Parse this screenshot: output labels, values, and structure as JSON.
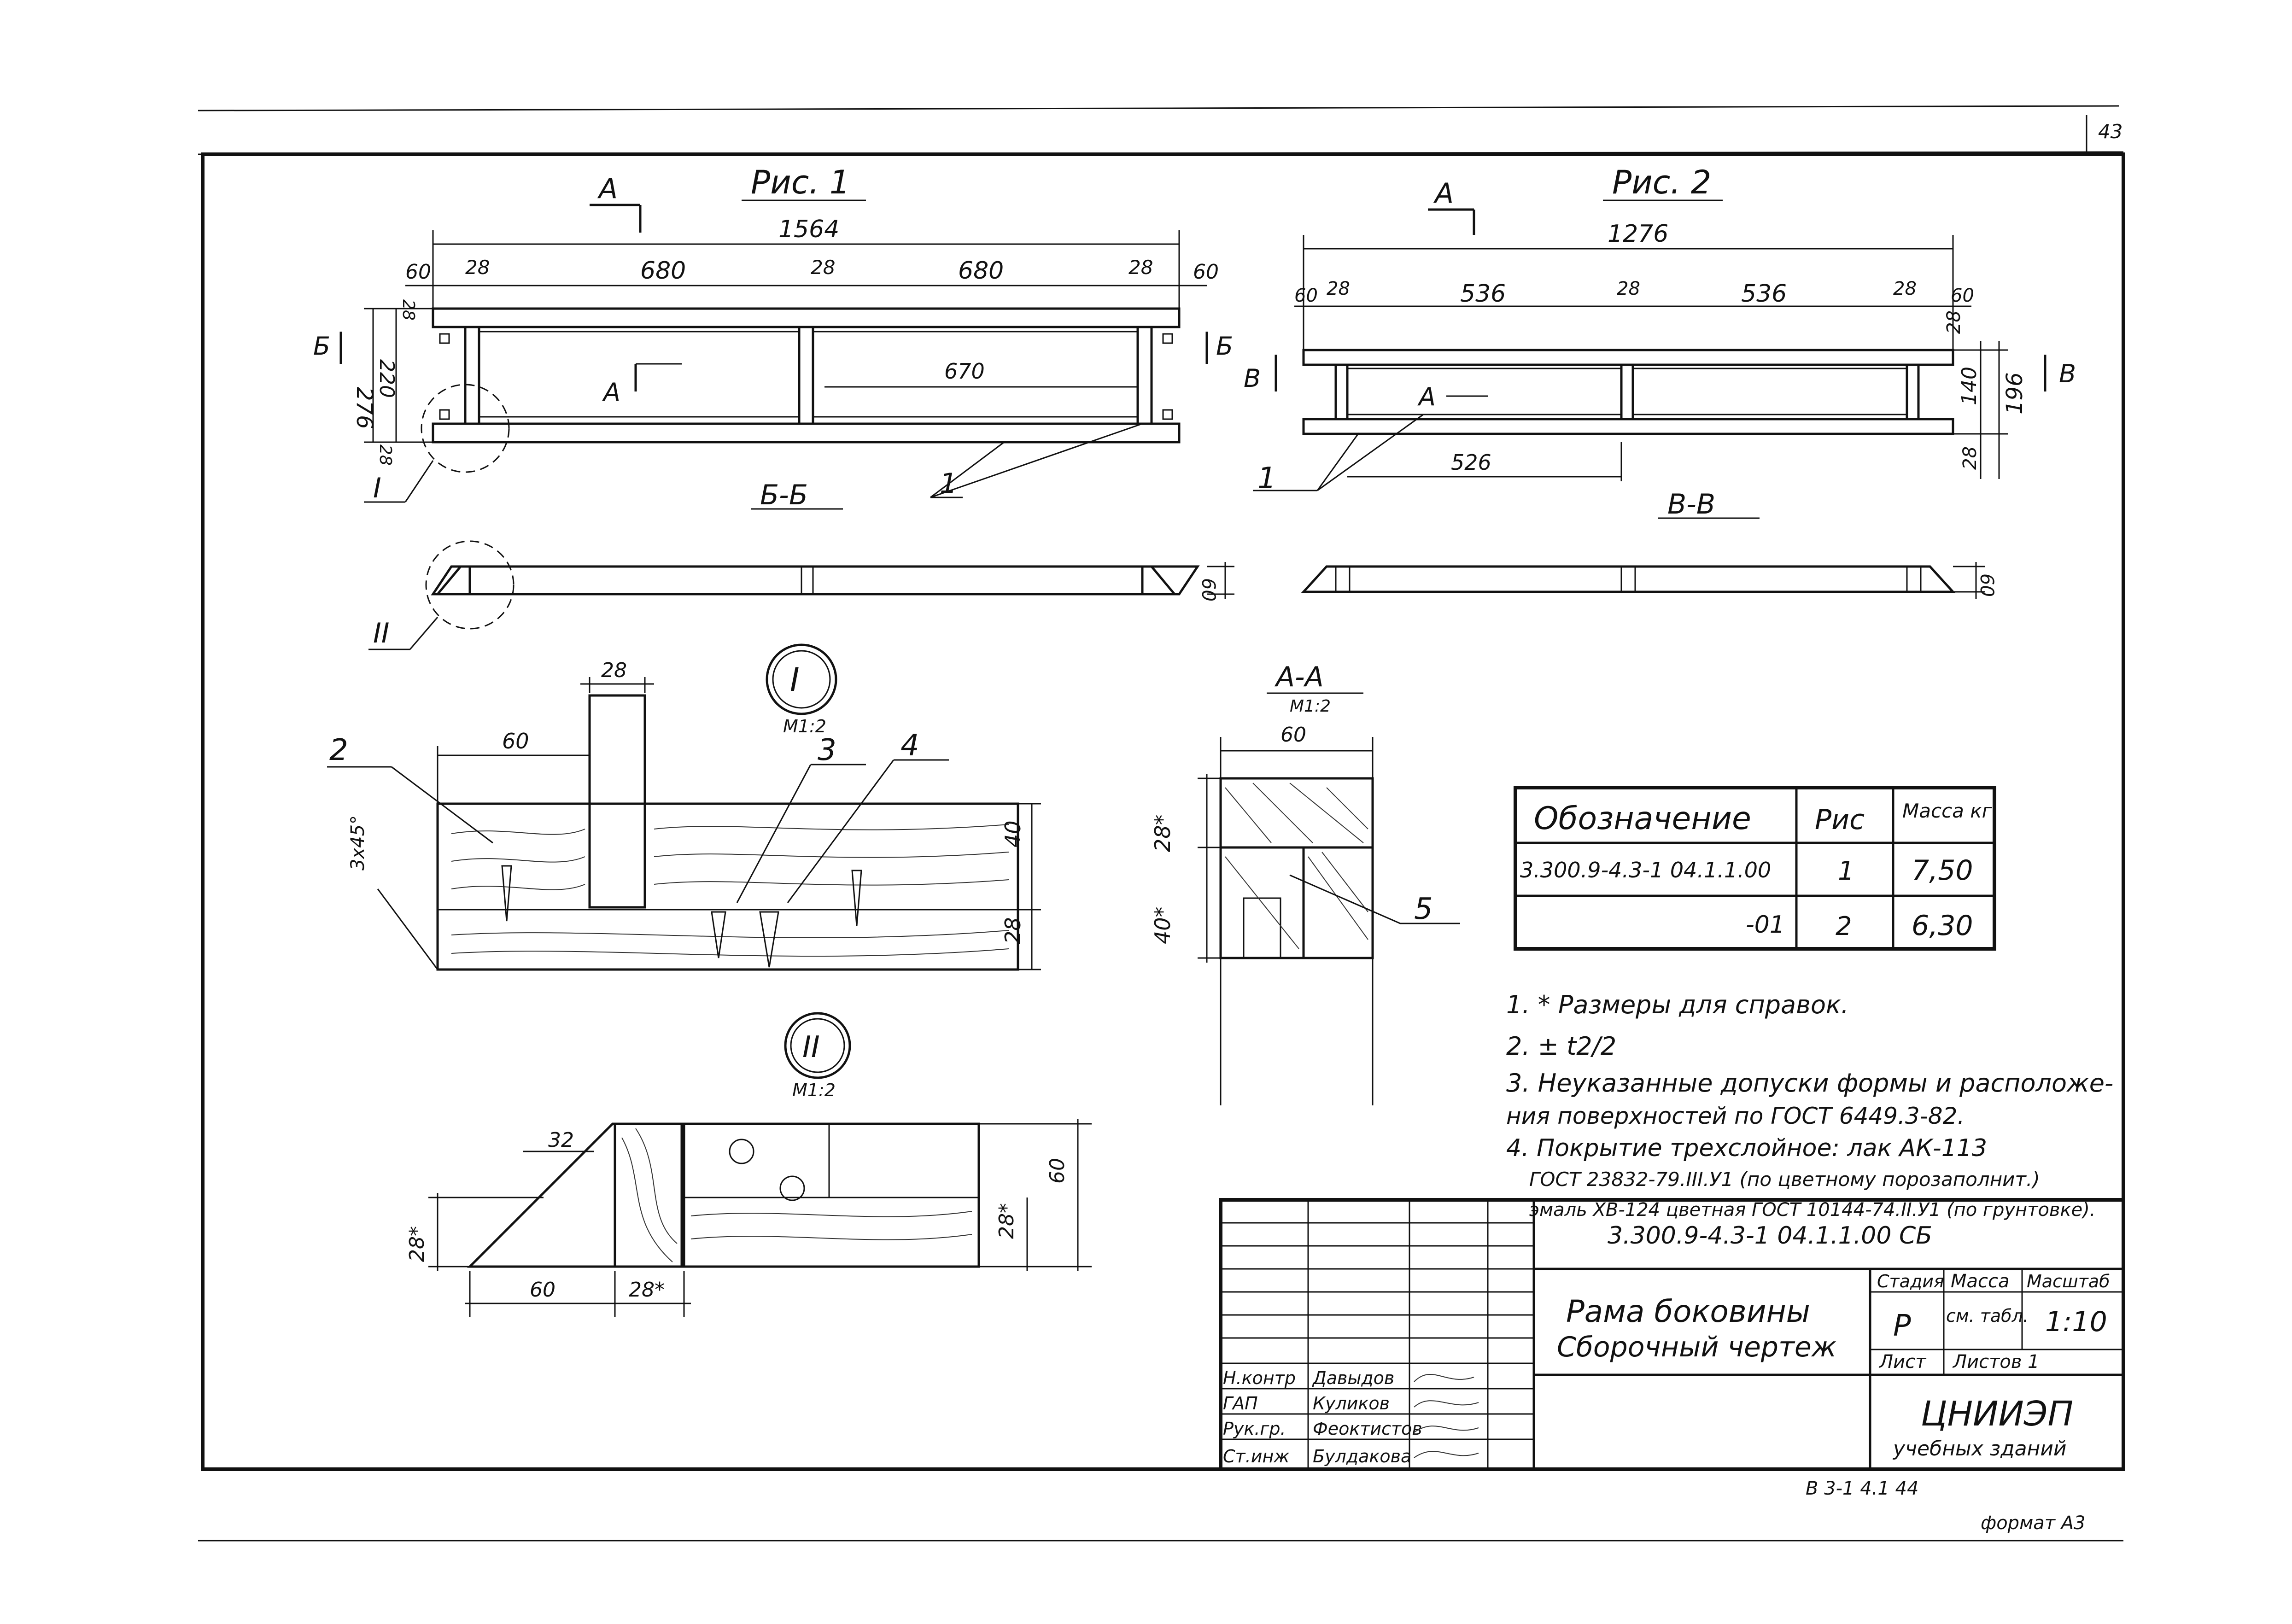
{
  "sheet_number": "43",
  "fig1": {
    "title": "Рис. 1",
    "section_mark": "А",
    "overall_dim": "1564",
    "dims_top": [
      "60",
      "28",
      "680",
      "28",
      "680",
      "28",
      "60"
    ],
    "dim_inner": "670",
    "dims_left": [
      "28",
      "220",
      "276",
      "28"
    ],
    "section_left": "Б",
    "section_right": "Б",
    "section_inner": "А",
    "node_mark": "I",
    "leader": "1",
    "section_view_title": "Б-Б",
    "node2_mark": "II"
  },
  "fig2": {
    "title": "Рис. 2",
    "section_mark": "А",
    "overall_dim": "1276",
    "dims_top": [
      "60",
      "28",
      "536",
      "28",
      "536",
      "28",
      "60"
    ],
    "dim_bottom": "526",
    "dims_right": [
      "28",
      "140",
      "196",
      "28"
    ],
    "section_left": "В",
    "section_right": "В",
    "section_inner": "А",
    "leader": "1",
    "section_view_title": "В-В",
    "section_height": "60"
  },
  "fig1_section_height": "60",
  "detail1": {
    "mark": "I",
    "scale": "М1:2",
    "dims": [
      "28",
      "60",
      "40",
      "28"
    ],
    "chamfer": "3х45°",
    "leaders": [
      "2",
      "3",
      "4"
    ]
  },
  "detail_aa": {
    "title": "А-А",
    "scale": "М1:2",
    "width": "60",
    "dims": [
      "28*",
      "40*"
    ],
    "leader": "5"
  },
  "detail2": {
    "mark": "II",
    "scale": "М1:2",
    "dims": [
      "32",
      "28*",
      "60",
      "28*",
      "60",
      "28*"
    ]
  },
  "spec_table": {
    "headers": [
      "Обозначение",
      "Рис",
      "Масса\nкг"
    ],
    "rows": [
      [
        "3.300.9-4.3-1 04.1.1.00",
        "1",
        "7,50"
      ],
      [
        "-01",
        "2",
        "6,30"
      ]
    ]
  },
  "notes": [
    "1. * Размеры для справок.",
    "2. ± t2/2",
    "3. Неуказанные допуски формы и расположе-",
    "ния поверхностей по ГОСТ 6449.3-82.",
    "4. Покрытие трехслойное: лак АК-113",
    "ГОСТ 23832-79.III.У1 (по цветному порозаполнит.)",
    "эмаль ХВ-124 цветная ГОСТ 10144-74.II.У1 (по грунтовке)."
  ],
  "title_block": {
    "doc_code": "3.300.9-4.3-1 04.1.1.00 СБ",
    "name_line1": "Рама боковины",
    "name_line2": "Сборочный чертеж",
    "stage_label": "Стадия",
    "mass_label": "Масса",
    "scale_label": "Масштаб",
    "stage": "Р",
    "mass": "см. табл.",
    "scale": "1:10",
    "sheet_label": "Лист",
    "sheets_label": "Листов 1",
    "org_line1": "ЦНИИЭП",
    "org_line2": "учебных зданий",
    "people": [
      {
        "role": "Н.контр",
        "name": "Давыдов"
      },
      {
        "role": "ГАП",
        "name": "Куликов"
      },
      {
        "role": "Рук.гр.",
        "name": "Феоктистов"
      },
      {
        "role": "Ст.инж",
        "name": "Булдакова"
      }
    ]
  },
  "bottom_ref": "В 3-1   4.1   44",
  "format_label": "формат А3"
}
